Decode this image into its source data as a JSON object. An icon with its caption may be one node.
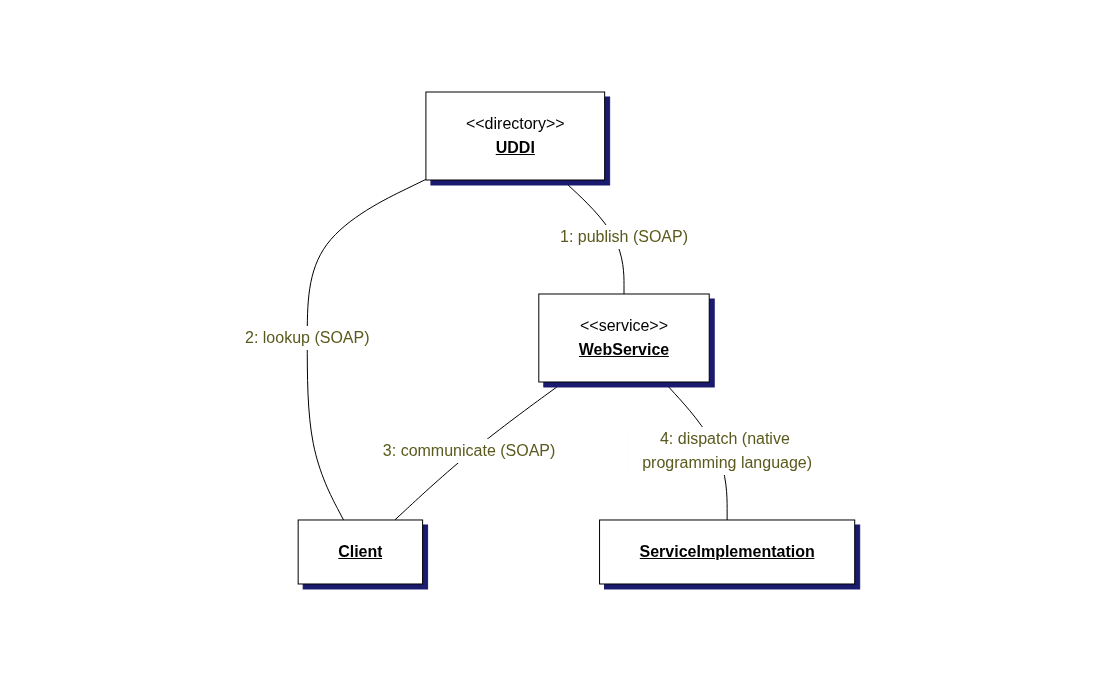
{
  "diagram": {
    "nodes": [
      {
        "text": [
          "<<directory>>",
          "UDDI"
        ]
      },
      {
        "text": [
          "<<service>>",
          "WebService"
        ]
      },
      {
        "text": [
          "Client"
        ]
      },
      {
        "text": [
          "ServiceImplementation"
        ]
      }
    ],
    "edges": [
      {
        "from": 1,
        "to": 0,
        "arrow": "none",
        "label": "1: publish (SOAP)"
      },
      {
        "from": 2,
        "to": 0,
        "arrow": "none",
        "label": "2: lookup (SOAP)"
      },
      {
        "from": 2,
        "to": 1,
        "arrow": "none",
        "label": "3: communicate (SOAP)"
      },
      {
        "from": 1,
        "to": 3,
        "arrow": "none",
        "label": "4: dispatch (native programming language)"
      }
    ]
  }
}
